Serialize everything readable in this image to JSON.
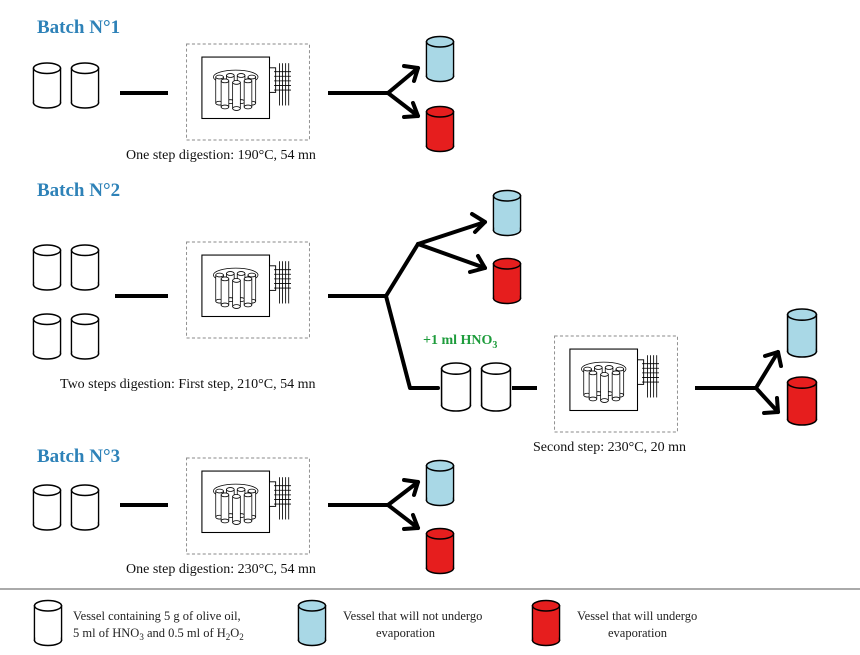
{
  "batches": [
    {
      "title": "Batch N°1",
      "caption": "One step digestion: 190°C, 54 mn"
    },
    {
      "title": "Batch N°2",
      "caption": "Two steps digestion: First step, 210°C, 54 mn",
      "reagent": {
        "prefix": "+1 ml HNO",
        "sub": "3"
      },
      "second_caption": "Second step: 230°C, 20 mn"
    },
    {
      "title": "Batch N°3",
      "caption": "One step digestion: 230°C, 54 mn"
    }
  ],
  "legend": [
    {
      "lines": [
        [
          "Vessel containing 5 g of olive oil,"
        ],
        [
          "5 ml of HNO",
          {
            "sub": "3"
          },
          " and 0.5 ml of H",
          {
            "sub": "2"
          },
          "O",
          {
            "sub": "2"
          }
        ]
      ],
      "color": "#ffffff"
    },
    {
      "lines": [
        [
          "Vessel that will not undergo"
        ],
        [
          "evaporation"
        ]
      ],
      "color": "#a9d8e6"
    },
    {
      "lines": [
        [
          "Vessel that will undergo"
        ],
        [
          "evaporation"
        ]
      ],
      "color": "#e61e1e"
    }
  ],
  "colors": {
    "title": "#2e82b8",
    "reagent": "#1e9c3c",
    "blue_vessel": "#a9d8e6",
    "red_vessel": "#e61e1e",
    "white_vessel": "#ffffff"
  }
}
